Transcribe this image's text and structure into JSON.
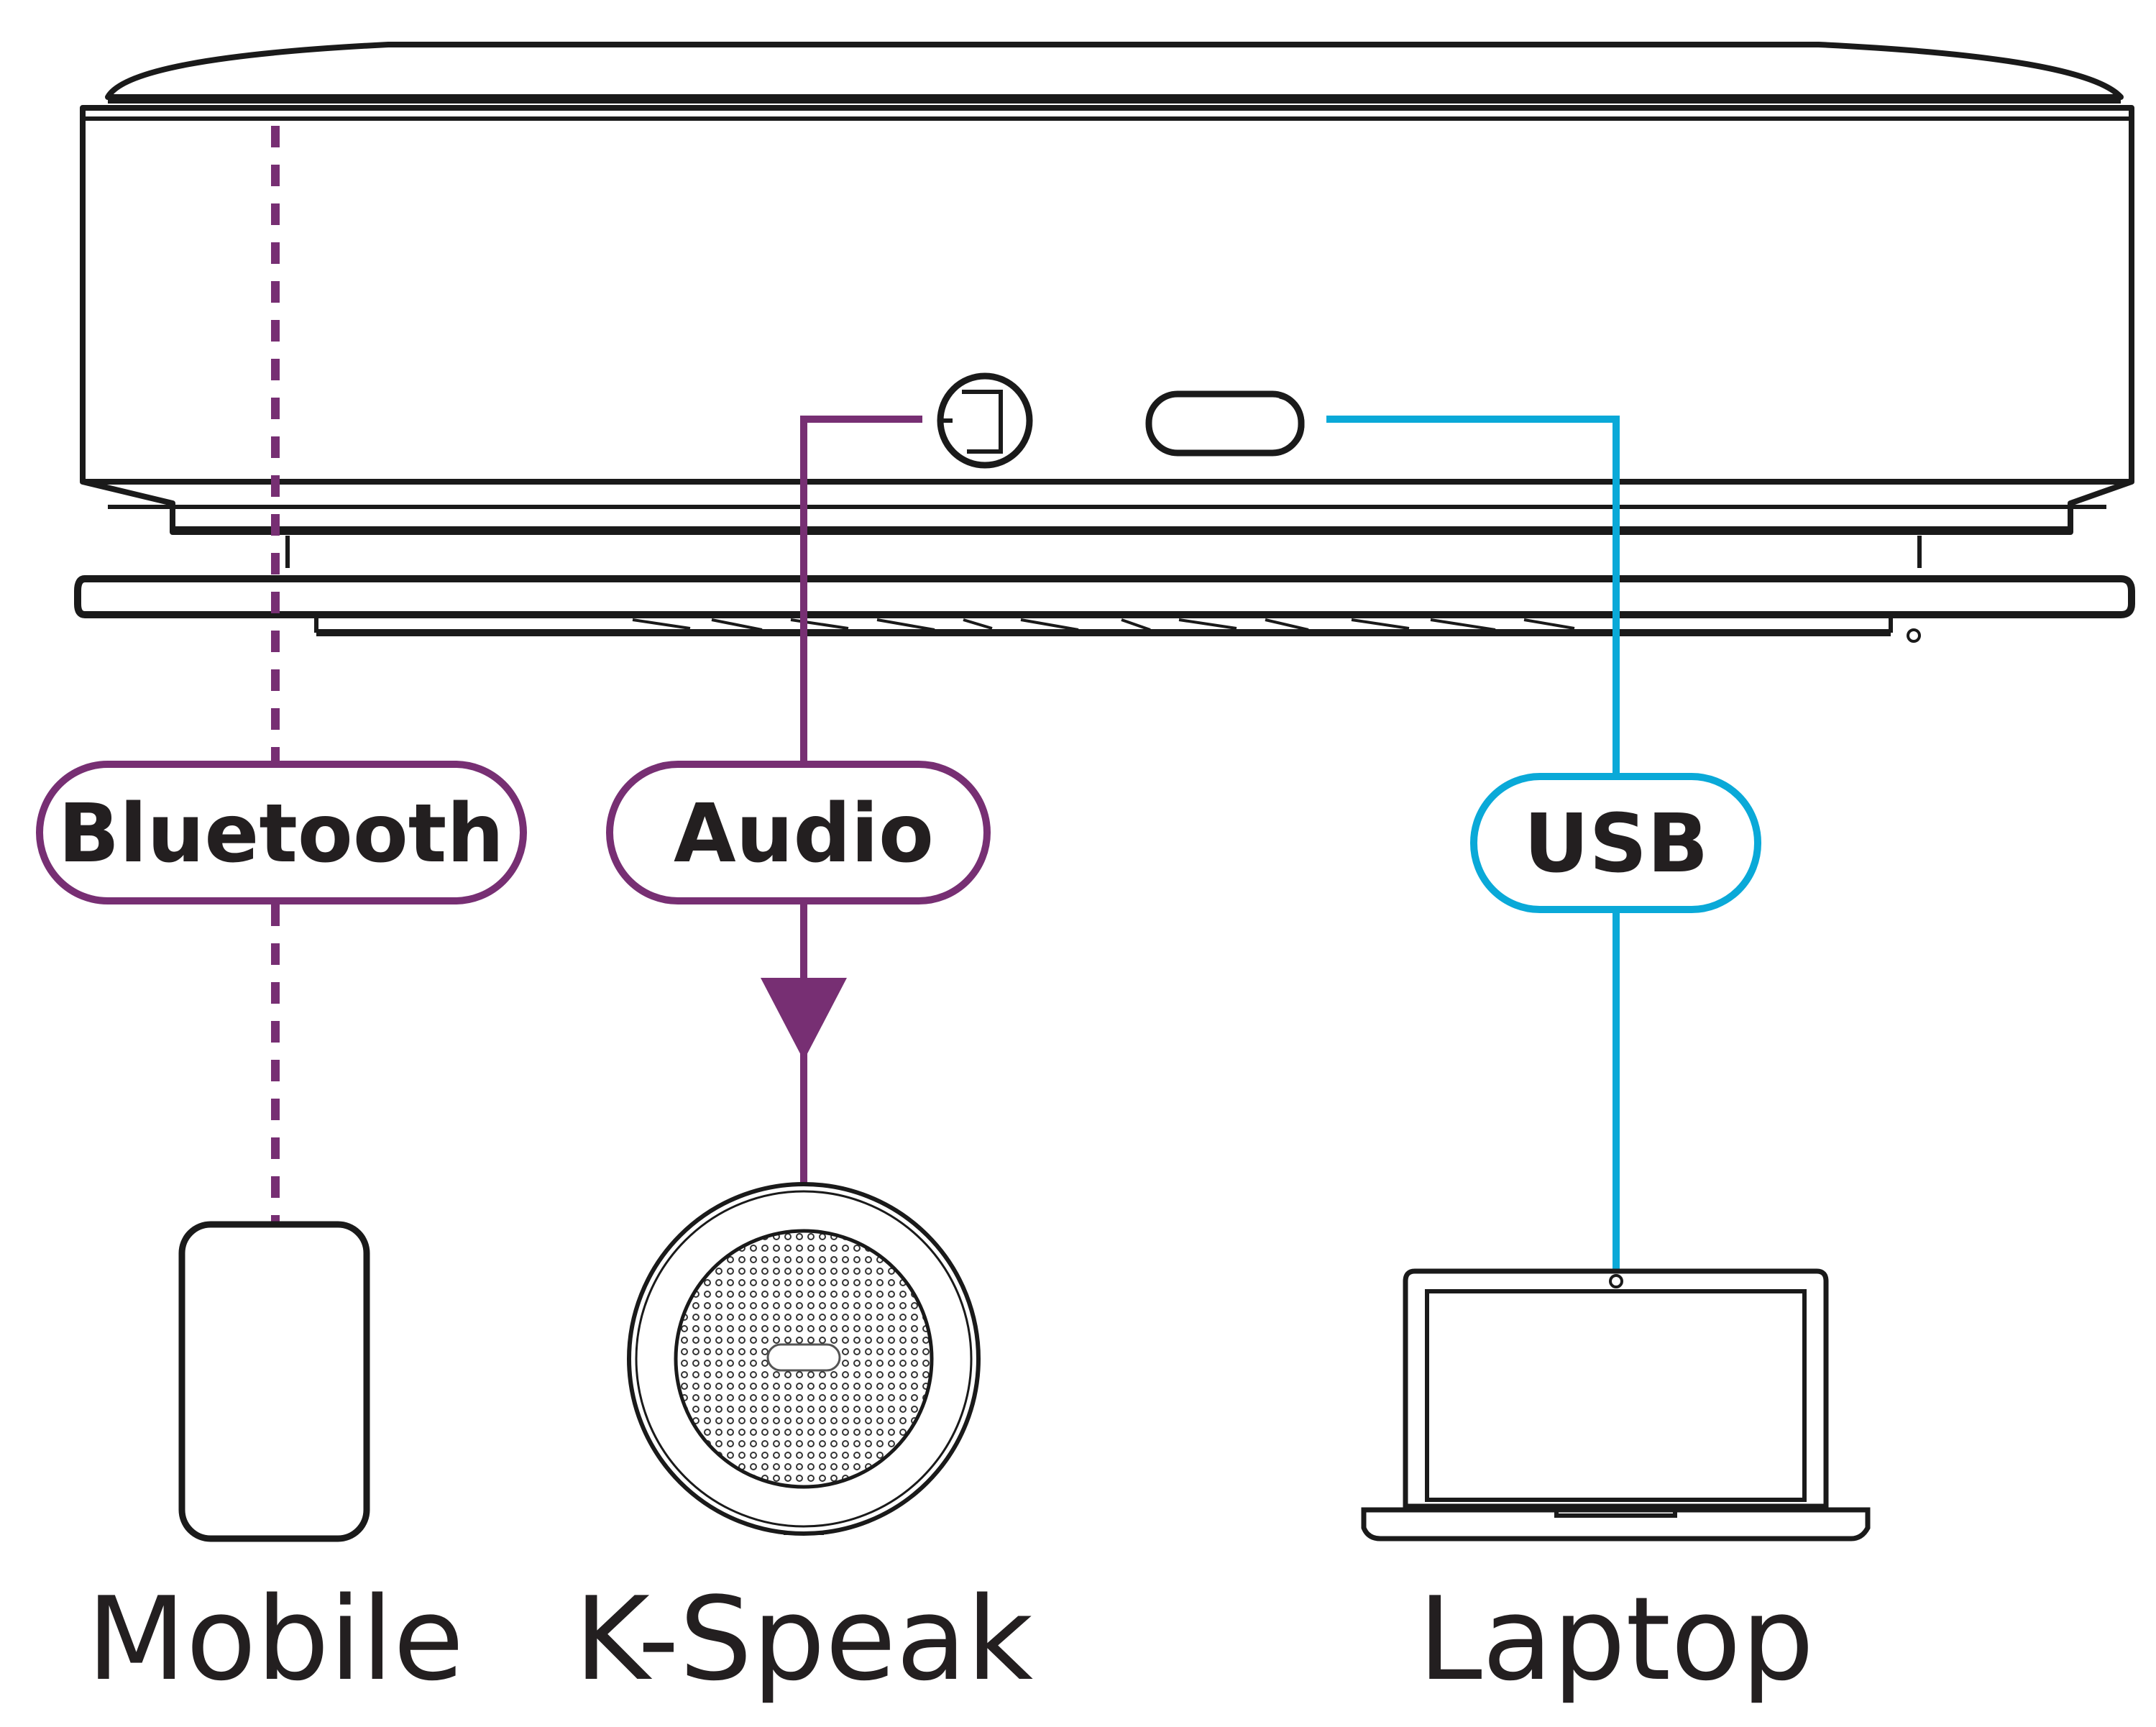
{
  "colors": {
    "bluetooth": "#772f73",
    "audio": "#772f73",
    "usb": "#0aa9d8",
    "outline": "#1a1a1a",
    "text": "#231f20"
  },
  "connections": {
    "bluetooth": {
      "label": "Bluetooth",
      "style": "dashed"
    },
    "audio": {
      "label": "Audio",
      "style": "solid-arrow"
    },
    "usb": {
      "label": "USB",
      "style": "solid"
    }
  },
  "devices": {
    "mobile": {
      "label": "Mobile",
      "icon": "phone-icon"
    },
    "kspeak": {
      "label": "K-Speak",
      "icon": "speaker-icon"
    },
    "laptop": {
      "label": "Laptop",
      "icon": "laptop-icon"
    }
  },
  "hub": {
    "icon": "speakerphone-hub-icon",
    "ports": [
      "audio-jack-port-icon",
      "usb-c-port-icon"
    ]
  }
}
